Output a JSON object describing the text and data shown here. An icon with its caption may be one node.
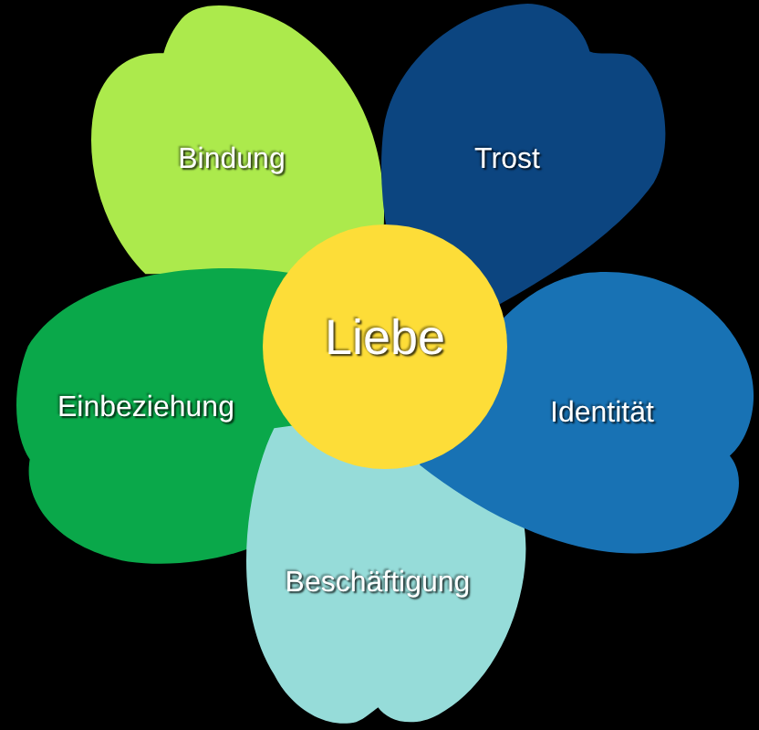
{
  "diagram": {
    "nodes": [
      {
        "text": [
          "Bindung"
        ]
      },
      {
        "text": [
          "Trost"
        ]
      },
      {
        "text": [
          "Liebe"
        ]
      },
      {
        "text": [
          "Einbeziehung"
        ]
      },
      {
        "text": [
          "Identität"
        ]
      },
      {
        "text": [
          "Beschäftigung"
        ]
      }
    ]
  }
}
